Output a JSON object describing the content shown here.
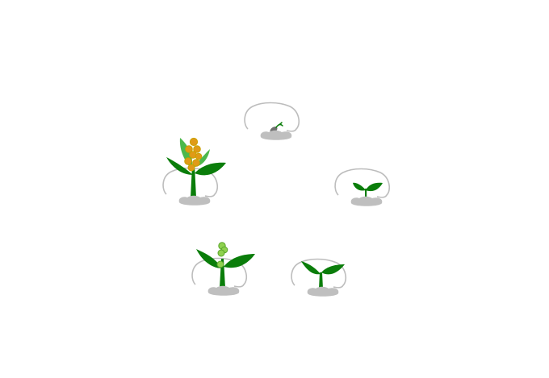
{
  "diagram": {
    "stages": [
      {
        "id": "seed",
        "icon": "seed-germination-icon"
      },
      {
        "id": "seedling",
        "icon": "seedling-icon"
      },
      {
        "id": "young-plant",
        "icon": "young-plant-icon"
      },
      {
        "id": "flowering-plant",
        "icon": "flowering-plant-icon"
      },
      {
        "id": "fruiting-plant",
        "icon": "fruiting-plant-icon"
      }
    ],
    "colors": {
      "leaf": "#0a7d0a",
      "leaf_light": "#4cb84c",
      "soil": "#bfbfbf",
      "dome_outline": "#bdbdbd",
      "fruit": "#e09a18",
      "bud": "#8fd14f",
      "seed": "#6f6f6f"
    }
  }
}
